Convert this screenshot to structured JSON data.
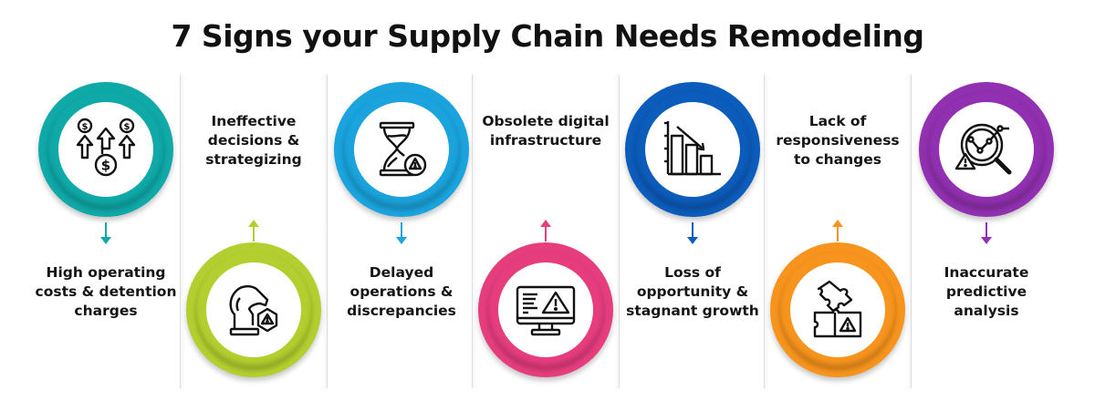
{
  "title": "7 Signs your Supply Chain Needs Remodeling",
  "signs": [
    {
      "number": 1,
      "label": "High operating costs & detention charges",
      "label_lines": [
        "High operating",
        "costs & detention",
        "charges"
      ],
      "color": "#0fa9a8",
      "icon": "rising-costs-dollar-arrows-icon",
      "circle_position": "top",
      "arrow": "down"
    },
    {
      "number": 2,
      "label": "Ineffective decisions & strategizing",
      "label_lines": [
        "Ineffective",
        "decisions &",
        "strategizing"
      ],
      "color": "#b3cf2f",
      "icon": "chess-knight-warning-icon",
      "circle_position": "bottom",
      "arrow": "up"
    },
    {
      "number": 3,
      "label": "Delayed operations & discrepancies",
      "label_lines": [
        "Delayed",
        "operations &",
        "discrepancies"
      ],
      "color": "#1aa3dc",
      "icon": "hourglass-warning-icon",
      "circle_position": "top",
      "arrow": "down"
    },
    {
      "number": 4,
      "label": "Obsolete digital infrastructure",
      "label_lines": [
        "Obsolete digital",
        "infrastructure"
      ],
      "color": "#e63d7d",
      "icon": "monitor-warning-icon",
      "circle_position": "bottom",
      "arrow": "up"
    },
    {
      "number": 5,
      "label": "Loss of opportunity & stagnant growth",
      "label_lines": [
        "Loss of",
        "opportunity &",
        "stagnant growth"
      ],
      "color": "#0c5cbc",
      "icon": "declining-bar-chart-icon",
      "circle_position": "top",
      "arrow": "down"
    },
    {
      "number": 6,
      "label": "Lack of responsiveness to changes",
      "label_lines": [
        "Lack of",
        "responsiveness",
        "to changes"
      ],
      "color": "#f7941d",
      "icon": "puzzle-warning-icon",
      "circle_position": "bottom",
      "arrow": "up"
    },
    {
      "number": 7,
      "label": "Inaccurate predictive analysis",
      "label_lines": [
        "Inaccurate",
        "predictive analysis"
      ],
      "color": "#9130b0",
      "icon": "magnifier-analytics-warning-icon",
      "circle_position": "top",
      "arrow": "down"
    }
  ]
}
